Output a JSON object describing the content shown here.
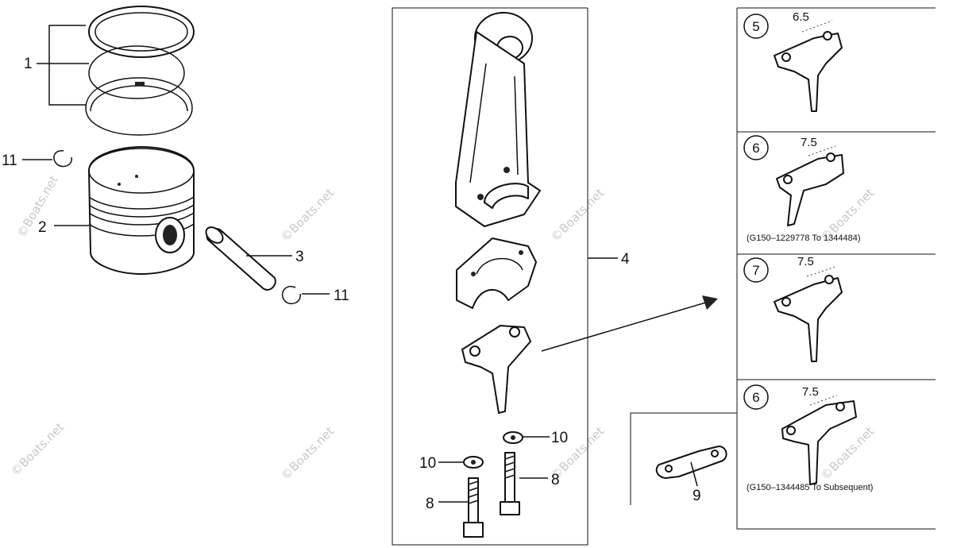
{
  "callouts": {
    "c1": "1",
    "c2": "2",
    "c3": "3",
    "c4": "4",
    "c8a": "8",
    "c8b": "8",
    "c9": "9",
    "c10a": "10",
    "c10b": "10",
    "c11a": "11",
    "c11b": "11"
  },
  "variants": [
    {
      "number": "5",
      "dimension": "6.5",
      "note": ""
    },
    {
      "number": "6",
      "dimension": "7.5",
      "note": "(G150–1229778 To 1344484)"
    },
    {
      "number": "7",
      "dimension": "7.5",
      "note": ""
    },
    {
      "number": "6",
      "dimension": "7.5",
      "note": "(G150–1344485 To Subsequent)"
    }
  ],
  "watermark": "©Boats.net",
  "colors": {
    "line": "#111111",
    "background": "#ffffff",
    "watermark": "#c8c8c8"
  }
}
